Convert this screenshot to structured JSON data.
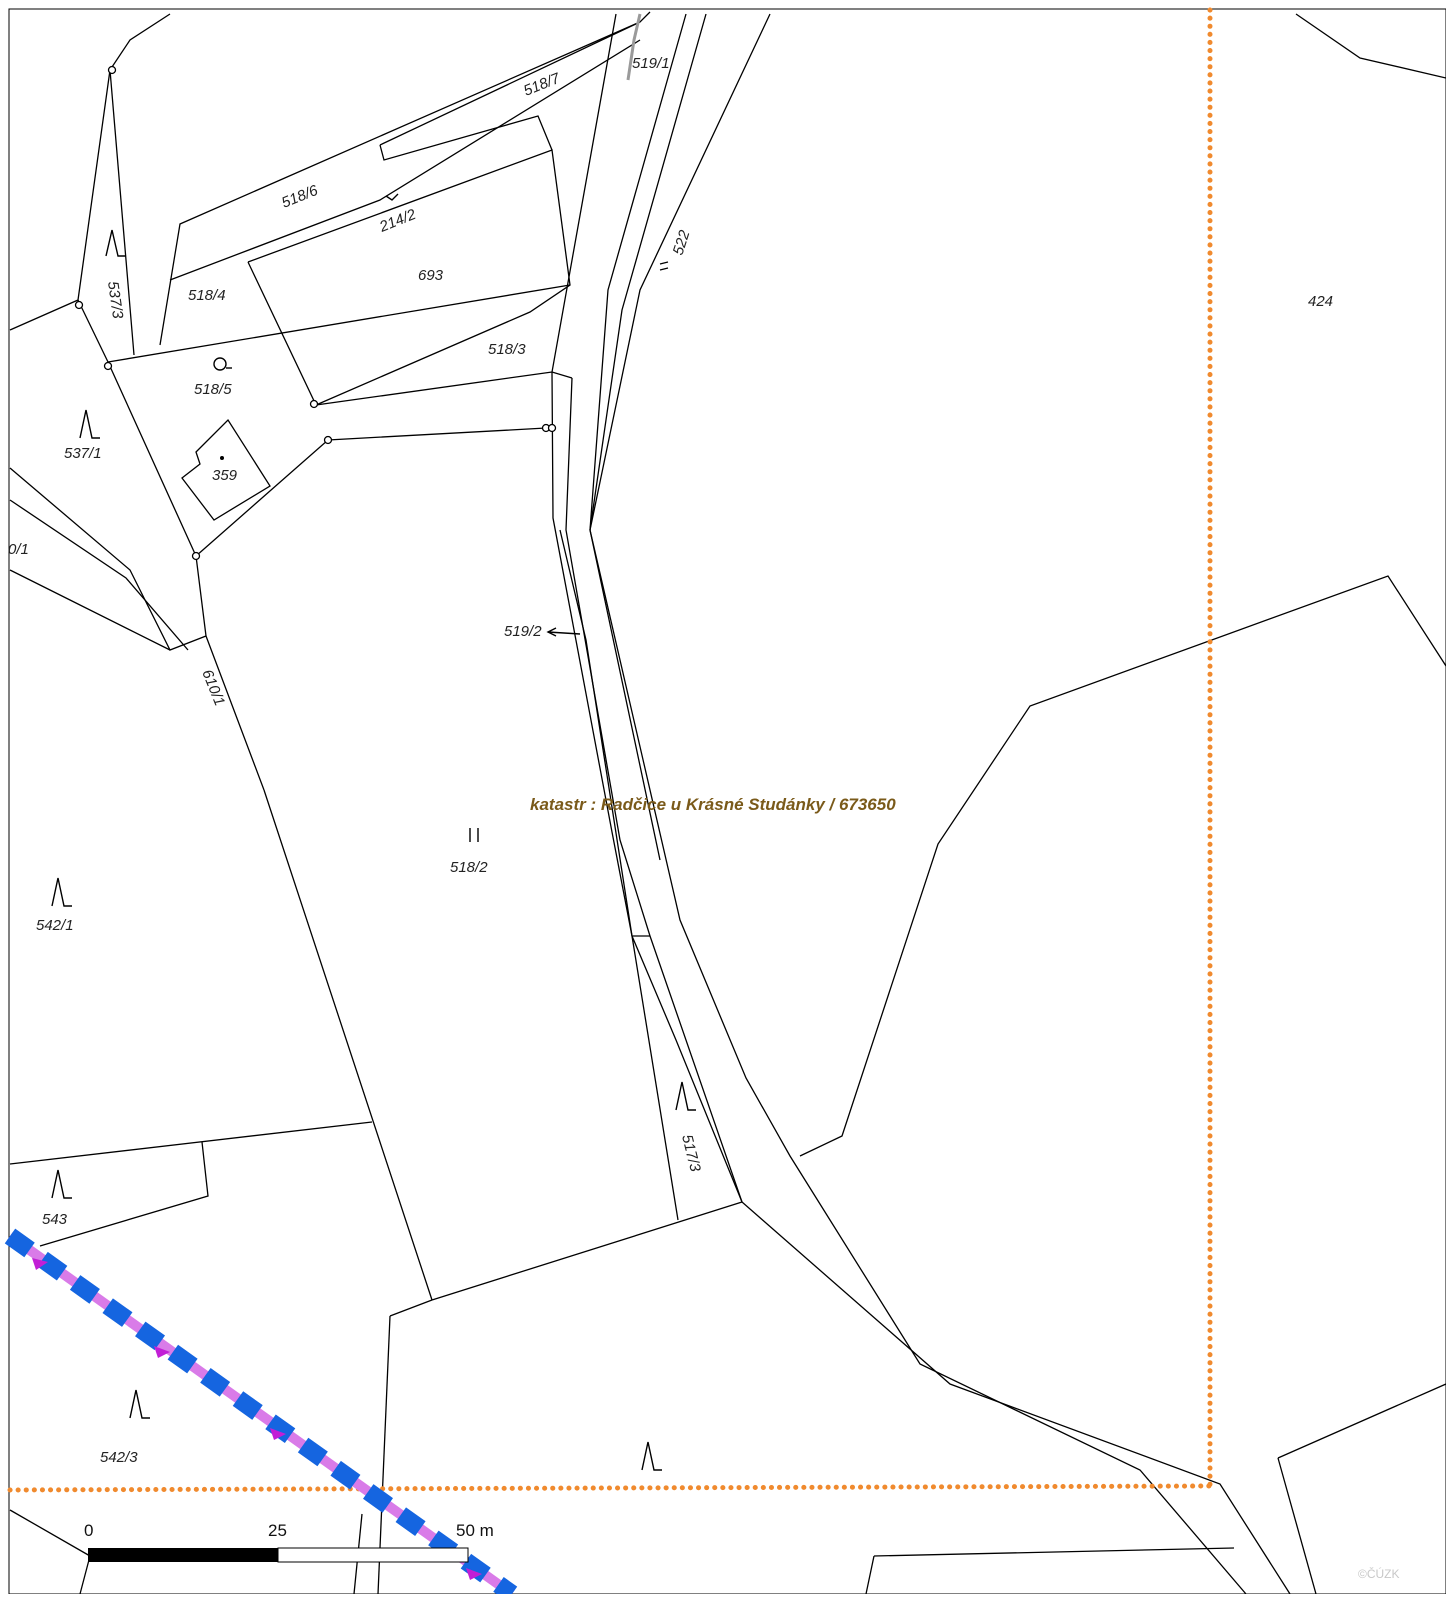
{
  "map": {
    "cadastre_label": "katastr : Radčice u Krásné Studánky / 673650",
    "parcels": [
      {
        "id": "p-518-7",
        "label": "518/7"
      },
      {
        "id": "p-519-1",
        "label": "519/1"
      },
      {
        "id": "p-518-6",
        "label": "518/6"
      },
      {
        "id": "p-214-2",
        "label": "214/2"
      },
      {
        "id": "p-522",
        "label": "522"
      },
      {
        "id": "p-693",
        "label": "693"
      },
      {
        "id": "p-424",
        "label": "424"
      },
      {
        "id": "p-537-3",
        "label": "537/3"
      },
      {
        "id": "p-518-4",
        "label": "518/4"
      },
      {
        "id": "p-518-3",
        "label": "518/3"
      },
      {
        "id": "p-518-5",
        "label": "518/5"
      },
      {
        "id": "p-537-1",
        "label": "537/1"
      },
      {
        "id": "p-359",
        "label": "359"
      },
      {
        "id": "p-610-1-partial",
        "label": "0/1"
      },
      {
        "id": "p-519-2",
        "label": "519/2"
      },
      {
        "id": "p-610-1",
        "label": "610/1"
      },
      {
        "id": "p-518-2",
        "label": "518/2"
      },
      {
        "id": "p-542-1",
        "label": "542/1"
      },
      {
        "id": "p-517-3",
        "label": "517/3"
      },
      {
        "id": "p-543",
        "label": "543"
      },
      {
        "id": "p-542-3",
        "label": "542/3"
      }
    ],
    "colors": {
      "cadastre_boundary": "#f08a2e",
      "route_main": "#1565e0",
      "route_secondary": "#d97be8",
      "cadastre_label": "#7a5a1a",
      "parcel_lines": "#000000"
    }
  },
  "scale_bar": {
    "label_0": "0",
    "label_25": "25",
    "label_50": "50 m"
  },
  "watermark": "©ČÚZK"
}
